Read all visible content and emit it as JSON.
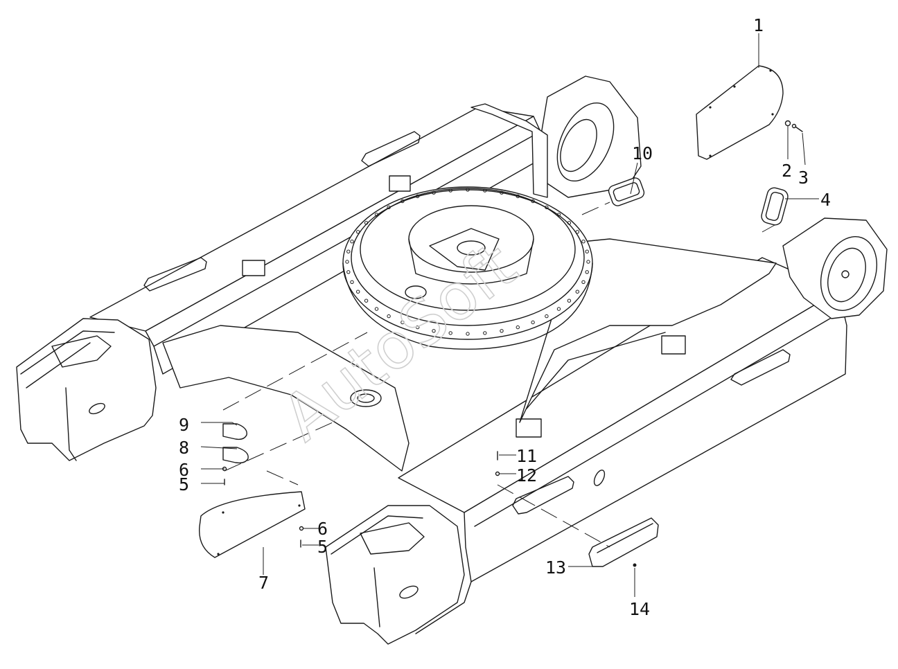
{
  "watermark": "AutoSoft",
  "callouts": [
    {
      "id": "c1",
      "label": "1"
    },
    {
      "id": "c2",
      "label": "2"
    },
    {
      "id": "c3",
      "label": "3"
    },
    {
      "id": "c4",
      "label": "4"
    },
    {
      "id": "c5a",
      "label": "5"
    },
    {
      "id": "c5b",
      "label": "5"
    },
    {
      "id": "c6a",
      "label": "6"
    },
    {
      "id": "c6b",
      "label": "6"
    },
    {
      "id": "c7",
      "label": "7"
    },
    {
      "id": "c8",
      "label": "8"
    },
    {
      "id": "c9",
      "label": "9"
    },
    {
      "id": "c10",
      "label": "10"
    },
    {
      "id": "c11",
      "label": "11"
    },
    {
      "id": "c12",
      "label": "12"
    },
    {
      "id": "c13",
      "label": "13"
    },
    {
      "id": "c14",
      "label": "14"
    }
  ]
}
